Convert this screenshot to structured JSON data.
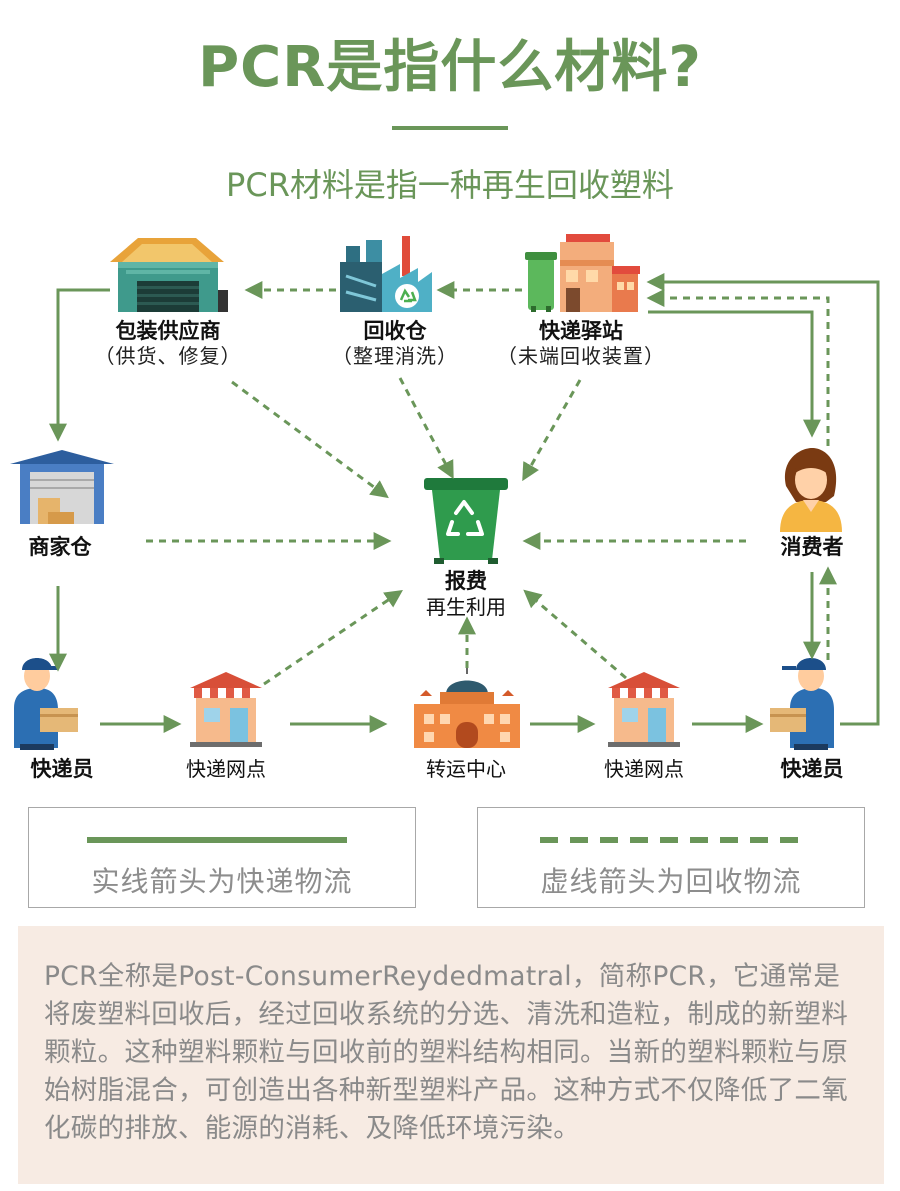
{
  "header": {
    "title": "PCR是指什么材料?",
    "subtitle": "PCR材料是指一种再生回收塑料"
  },
  "nodes": {
    "packaging_supplier": {
      "name": "包装供应商",
      "note": "（供货、修复）"
    },
    "recycling_warehouse": {
      "name": "回收仓",
      "note": "（整理消洗）"
    },
    "express_station": {
      "name": "快递驿站",
      "note": "（未端回收装置）"
    },
    "merchant_warehouse": {
      "name": "商家仓"
    },
    "consumer": {
      "name": "消费者"
    },
    "scrap_recycle": {
      "name": "报费",
      "note": "再生利用"
    },
    "courier_left": {
      "name": "快递员"
    },
    "outlet_left": {
      "name": "快递网点"
    },
    "transfer_center": {
      "name": "转运中心"
    },
    "outlet_right": {
      "name": "快递网点"
    },
    "courier_right": {
      "name": "快递员"
    }
  },
  "legend": {
    "solid": "实线箭头为快递物流",
    "dashed": "虚线箭头为回收物流"
  },
  "description": "PCR全称是Post-ConsumerReydedmatral，简称PCR，它通常是将废塑料回收后，经过回收系统的分选、清洗和造粒，制成的新塑料颗粒。这种塑料颗粒与回收前的塑料结构相同。当新的塑料颗粒与原始树脂混合，可创造出各种新型塑料产品。这种方式不仅降低了二氧化碳的排放、能源的消耗、及降低环境污染。",
  "colors": {
    "accent_green": "#6a9659",
    "arrow_green": "#6a9659",
    "bin_green": "#2f9b4d",
    "desc_background": "#f7ebe3"
  },
  "icons": {
    "packaging_supplier": "warehouse-icon",
    "recycling_warehouse": "recycling-factory-icon",
    "express_station": "store-with-bin-icon",
    "merchant_warehouse": "storage-garage-icon",
    "consumer": "woman-avatar-icon",
    "scrap_recycle": "recycle-bin-icon",
    "courier": "delivery-man-icon",
    "outlet": "shop-icon",
    "transfer_center": "distribution-building-icon"
  }
}
